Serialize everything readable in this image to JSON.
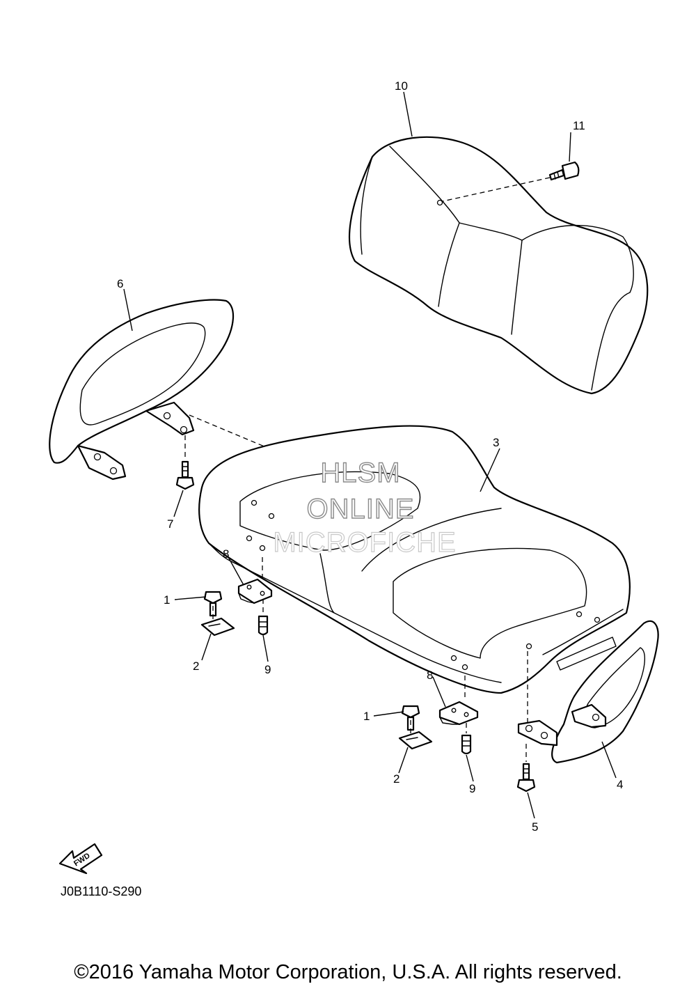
{
  "callouts": {
    "c1a": "1",
    "c1b": "1",
    "c2a": "2",
    "c2b": "2",
    "c3": "3",
    "c4": "4",
    "c5": "5",
    "c6": "6",
    "c7": "7",
    "c8a": "8",
    "c8b": "8",
    "c9a": "9",
    "c9b": "9",
    "c10": "10",
    "c11": "11"
  },
  "fwd_label": "FWD",
  "watermark": {
    "line1": "HLSM",
    "line2": "ONLINE",
    "line3": "MICROFICHE"
  },
  "reference_code": "J0B1110-S290",
  "copyright": "©2016 Yamaha Motor Corporation, U.S.A. All rights reserved."
}
